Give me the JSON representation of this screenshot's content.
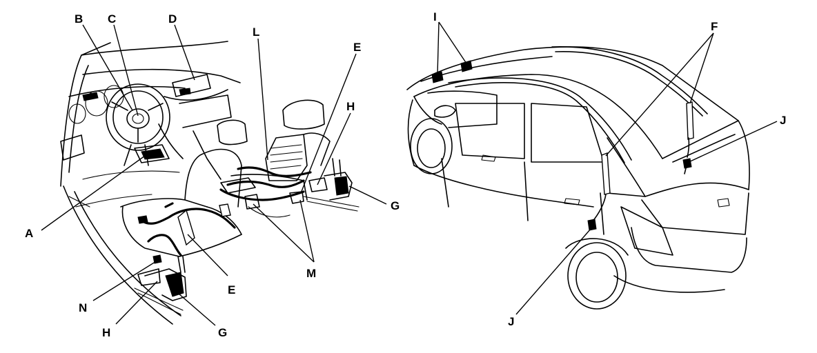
{
  "labels": {
    "A": "A",
    "B": "B",
    "C": "C",
    "D": "D",
    "E": "E",
    "F": "F",
    "G": "G",
    "H": "H",
    "I": "I",
    "J": "J",
    "L": "L",
    "M": "M",
    "N": "N"
  }
}
